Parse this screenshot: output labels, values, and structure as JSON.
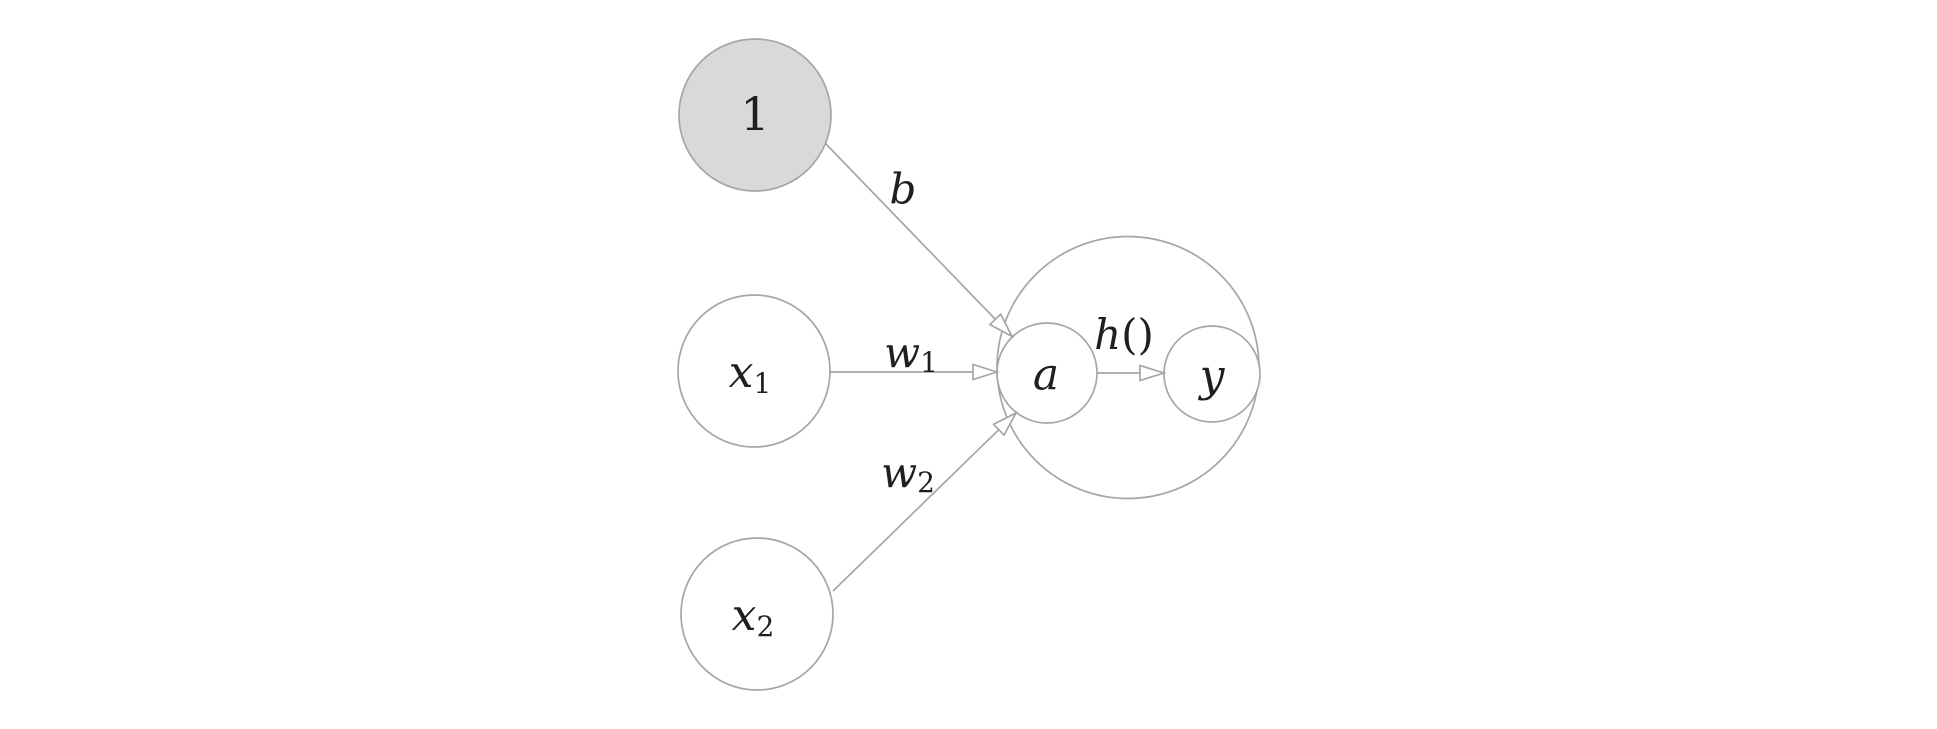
{
  "diagram": {
    "background": "#ffffff",
    "colors": {
      "stroke": "#a6a6a8",
      "bias_fill": "#d9d9d9",
      "node_fill": "#ffffff",
      "text": "#1f1f1f"
    },
    "nodes": {
      "bias": {
        "label": "1"
      },
      "x1": {
        "base": "x",
        "sub": "1"
      },
      "x2": {
        "base": "x",
        "sub": "2"
      },
      "sum": {
        "label": "a"
      },
      "output": {
        "label": "y"
      }
    },
    "edges": {
      "bias_to_sum": {
        "label": "b"
      },
      "x1_to_sum": {
        "base": "w",
        "sub": "1"
      },
      "x2_to_sum": {
        "base": "w",
        "sub": "2"
      },
      "sum_to_output": {
        "base": "h",
        "paren": "()"
      }
    }
  }
}
